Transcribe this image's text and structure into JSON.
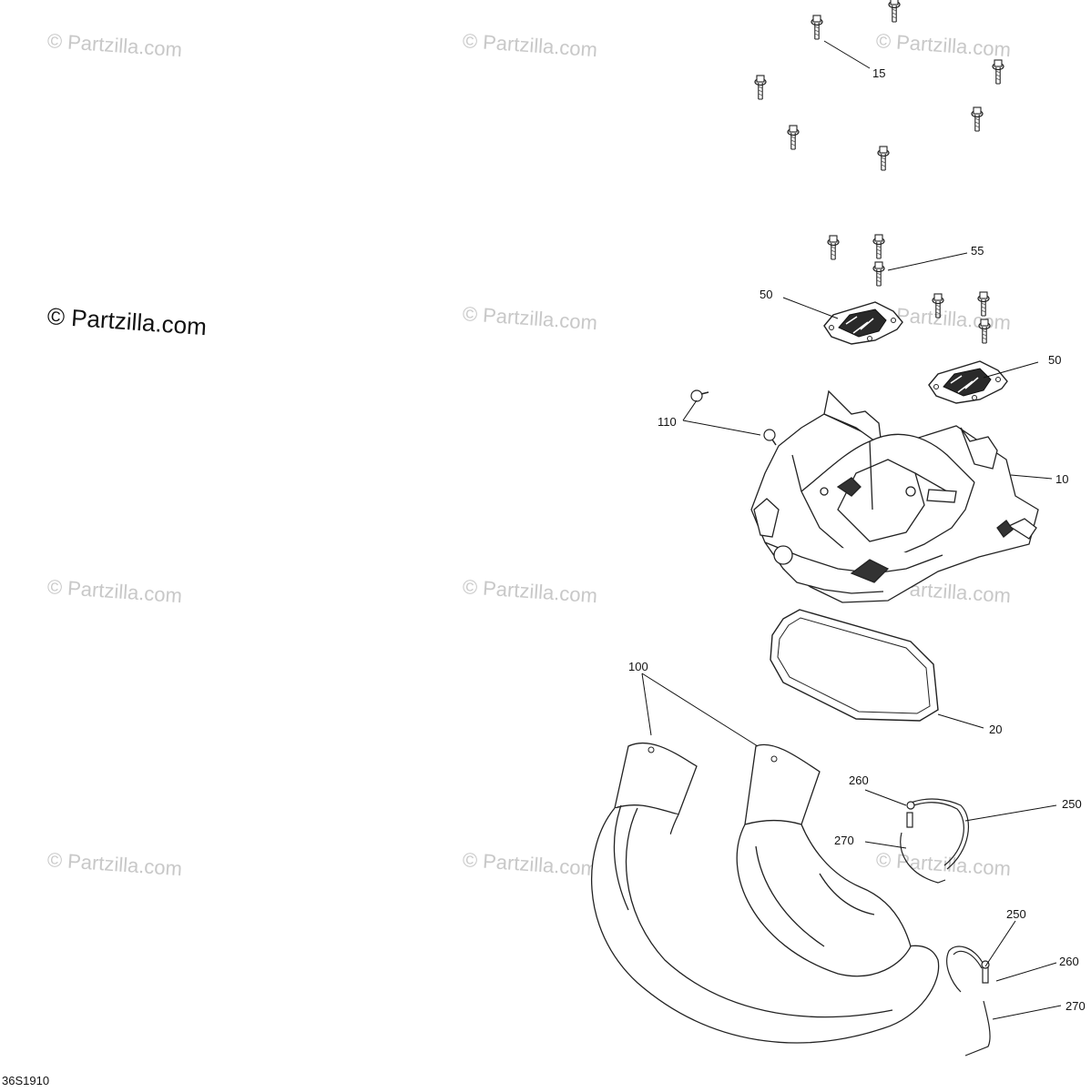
{
  "watermark": "© Partzilla.com",
  "brand": "© Partzilla.com",
  "diagram_code": "36S1910",
  "callouts": [
    {
      "id": "15",
      "label": "15"
    },
    {
      "id": "55",
      "label": "55"
    },
    {
      "id": "50a",
      "label": "50"
    },
    {
      "id": "50b",
      "label": "50"
    },
    {
      "id": "110",
      "label": "110"
    },
    {
      "id": "10",
      "label": "10"
    },
    {
      "id": "100",
      "label": "100"
    },
    {
      "id": "20",
      "label": "20"
    },
    {
      "id": "260a",
      "label": "260"
    },
    {
      "id": "250a",
      "label": "250"
    },
    {
      "id": "270a",
      "label": "270"
    },
    {
      "id": "250b",
      "label": "250"
    },
    {
      "id": "260b",
      "label": "260"
    },
    {
      "id": "270b",
      "label": "270"
    }
  ]
}
